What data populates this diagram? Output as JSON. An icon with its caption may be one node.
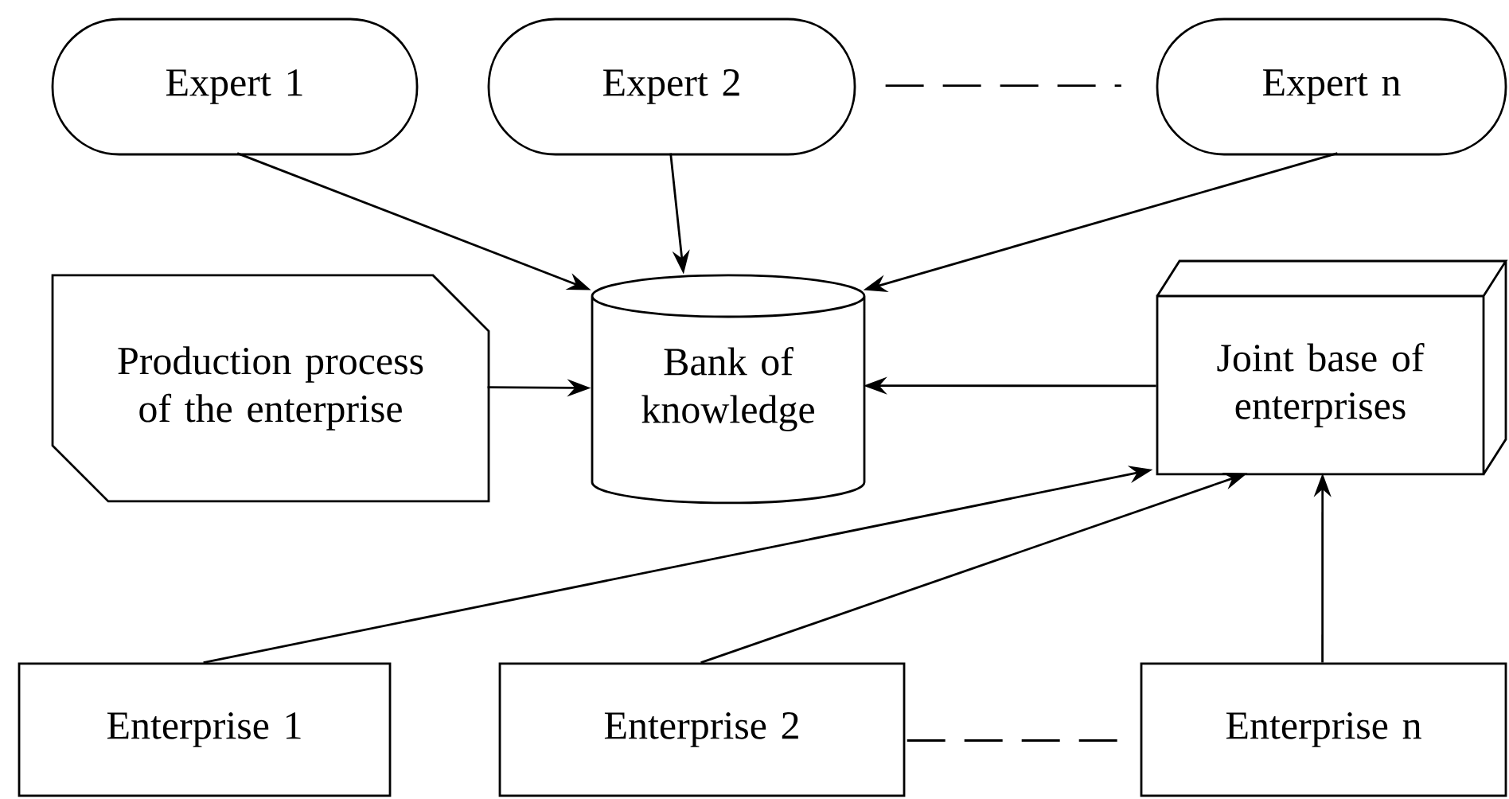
{
  "diagram": {
    "nodes": [
      {
        "text": [
          "Expert 1"
        ]
      },
      {
        "text": [
          "Expert 2"
        ]
      },
      {
        "text": [
          "Expert n"
        ]
      },
      {
        "text": [
          "Production process of the enterprise"
        ]
      },
      {
        "text": [
          "Bank of knowledge"
        ]
      },
      {
        "text": [
          "Joint base of enterprises"
        ]
      },
      {
        "text": [
          "Enterprise 1"
        ]
      },
      {
        "text": [
          "Enterprise 2"
        ]
      },
      {
        "text": [
          "Enterprise n"
        ]
      }
    ],
    "edges": [
      {
        "from": 0,
        "to": 4,
        "arrow": "to"
      },
      {
        "from": 1,
        "to": 4,
        "arrow": "to"
      },
      {
        "from": 2,
        "to": 4,
        "arrow": "to"
      },
      {
        "from": 3,
        "to": 4,
        "arrow": "to"
      },
      {
        "from": 5,
        "to": 4,
        "arrow": "to"
      },
      {
        "from": 6,
        "to": 5,
        "arrow": "to"
      },
      {
        "from": 7,
        "to": 5,
        "arrow": "to"
      },
      {
        "from": 8,
        "to": 5,
        "arrow": "to"
      },
      {
        "from": 1,
        "to": 2,
        "arrow": "none",
        "style": "dashed"
      },
      {
        "from": 7,
        "to": 8,
        "arrow": "none",
        "style": "dashed"
      }
    ]
  }
}
